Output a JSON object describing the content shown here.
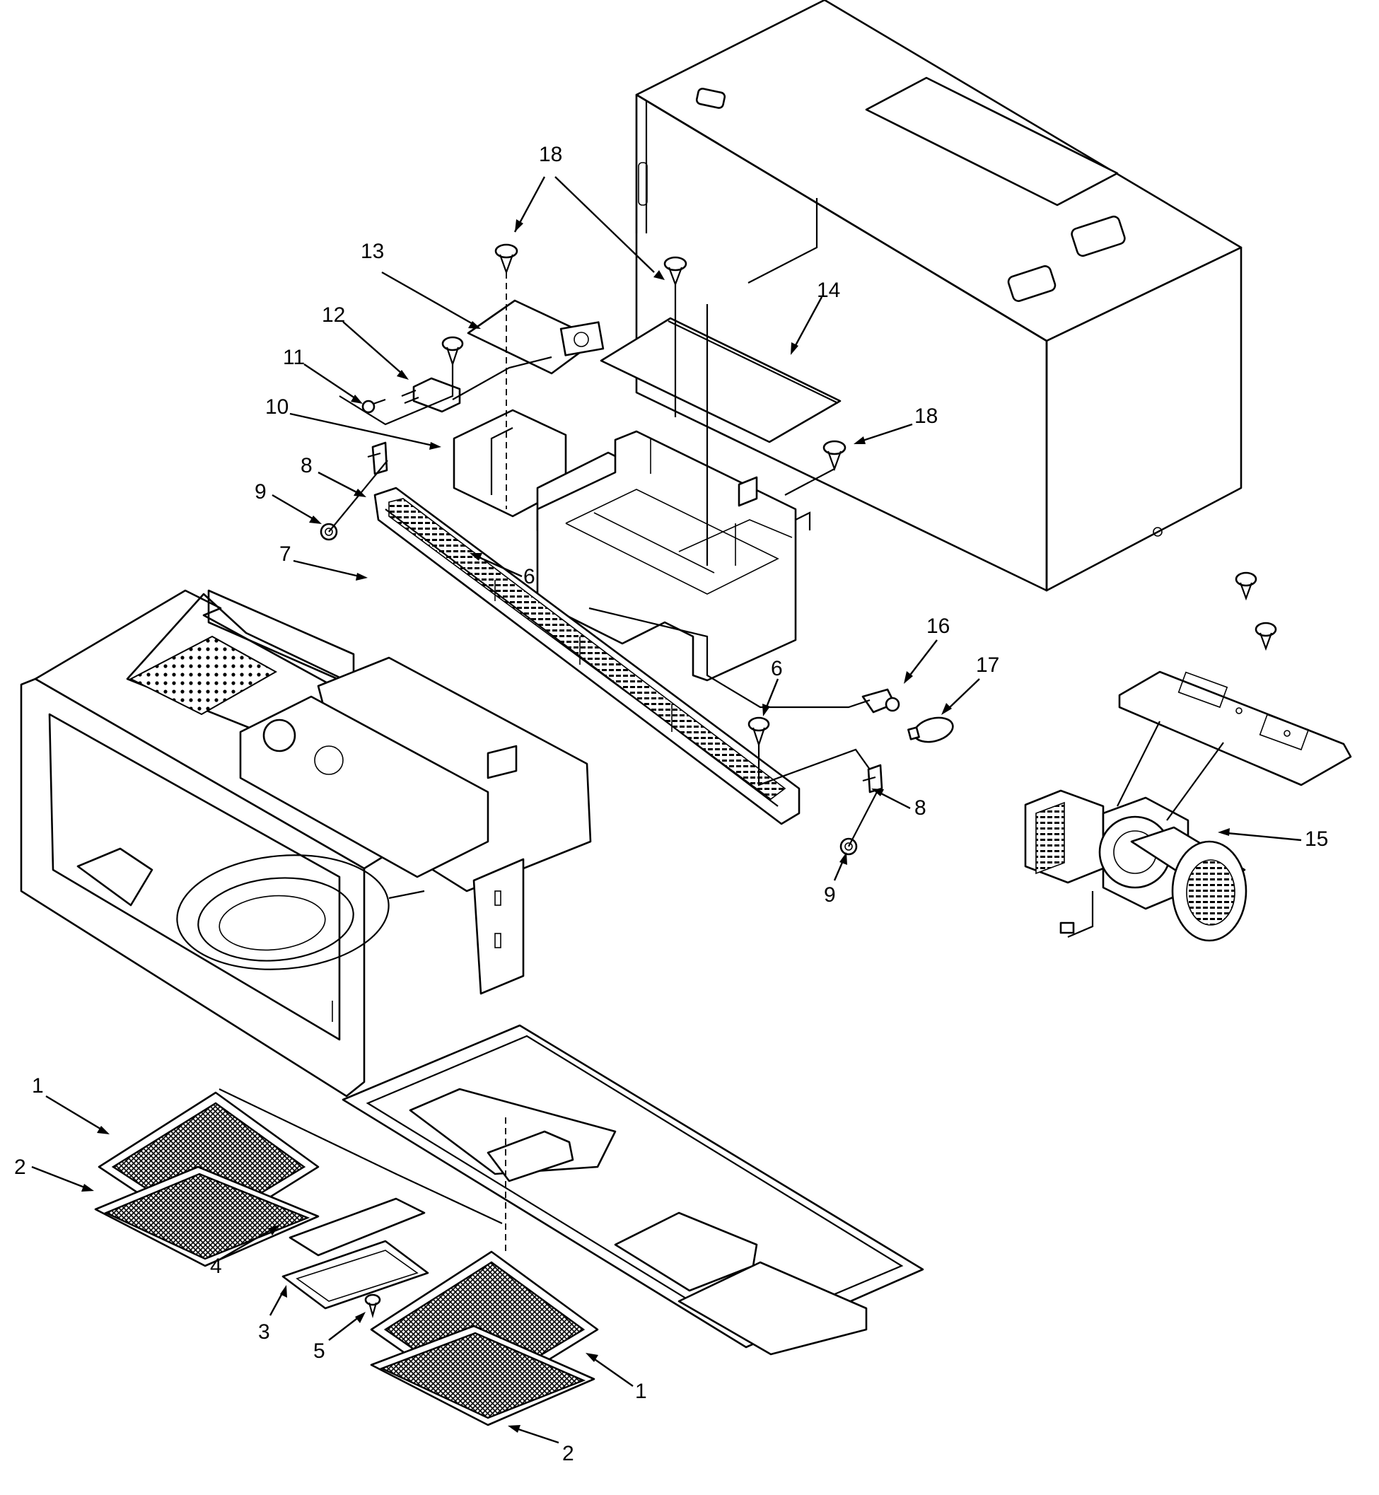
{
  "diagram": {
    "callouts": [
      {
        "id": "c18a",
        "label": "18"
      },
      {
        "id": "c13",
        "label": "13"
      },
      {
        "id": "c14",
        "label": "14"
      },
      {
        "id": "c12",
        "label": "12"
      },
      {
        "id": "c11",
        "label": "11"
      },
      {
        "id": "c10",
        "label": "10"
      },
      {
        "id": "c18b",
        "label": "18"
      },
      {
        "id": "c8a",
        "label": "8"
      },
      {
        "id": "c9a",
        "label": "9"
      },
      {
        "id": "c7",
        "label": "7"
      },
      {
        "id": "c6a",
        "label": "6"
      },
      {
        "id": "c16",
        "label": "16"
      },
      {
        "id": "c17",
        "label": "17"
      },
      {
        "id": "c6b",
        "label": "6"
      },
      {
        "id": "c8b",
        "label": "8"
      },
      {
        "id": "c15",
        "label": "15"
      },
      {
        "id": "c9b",
        "label": "9"
      },
      {
        "id": "c1a",
        "label": "1"
      },
      {
        "id": "c2a",
        "label": "2"
      },
      {
        "id": "c4",
        "label": "4"
      },
      {
        "id": "c3",
        "label": "3"
      },
      {
        "id": "c5",
        "label": "5"
      },
      {
        "id": "c1b",
        "label": "1"
      },
      {
        "id": "c2b",
        "label": "2"
      }
    ]
  }
}
